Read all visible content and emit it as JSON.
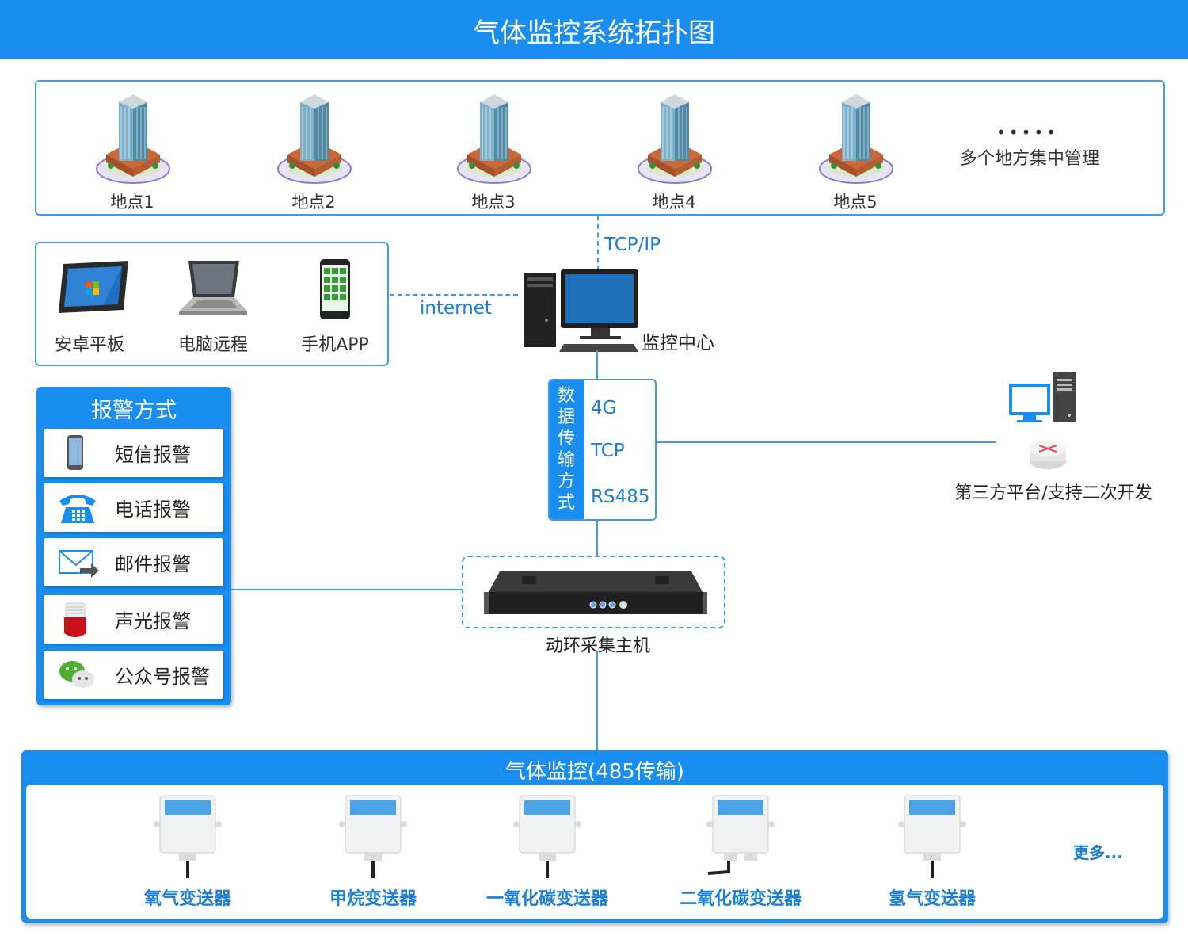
{
  "title": "气体监控系统拓扑图",
  "sites": {
    "items": [
      "地点1",
      "地点2",
      "地点3",
      "地点4",
      "地点5"
    ],
    "more_dots": "•••••",
    "more_label": "多个地方集中管理"
  },
  "clients": {
    "items": [
      "安卓平板",
      "电脑远程",
      "手机APP"
    ]
  },
  "links": {
    "tcpip": "TCP/IP",
    "internet": "internet"
  },
  "center": {
    "label": "监控中心"
  },
  "transmission": {
    "side_label": "数据传输方式",
    "items": [
      "4G",
      "TCP",
      "RS485"
    ]
  },
  "third_party": {
    "label": "第三方平台/支持二次开发"
  },
  "alarm": {
    "title": "报警方式",
    "items": [
      {
        "label": "短信报警",
        "icon": "phone-icon"
      },
      {
        "label": "电话报警",
        "icon": "telephone-icon"
      },
      {
        "label": "邮件报警",
        "icon": "mail-icon"
      },
      {
        "label": "声光报警",
        "icon": "alarm-light-icon"
      },
      {
        "label": "公众号报警",
        "icon": "wechat-icon"
      }
    ]
  },
  "collector": {
    "label": "动环采集主机"
  },
  "gas": {
    "title": "气体监控(485传输)",
    "sensors": [
      "氧气变送器",
      "甲烷变送器",
      "一氧化碳变送器",
      "二氧化碳变送器",
      "氢气变送器"
    ],
    "more": "更多..."
  },
  "colors": {
    "primary": "#1a8df0",
    "line": "#3a9bf0",
    "text_blue": "#1a7fd6"
  }
}
